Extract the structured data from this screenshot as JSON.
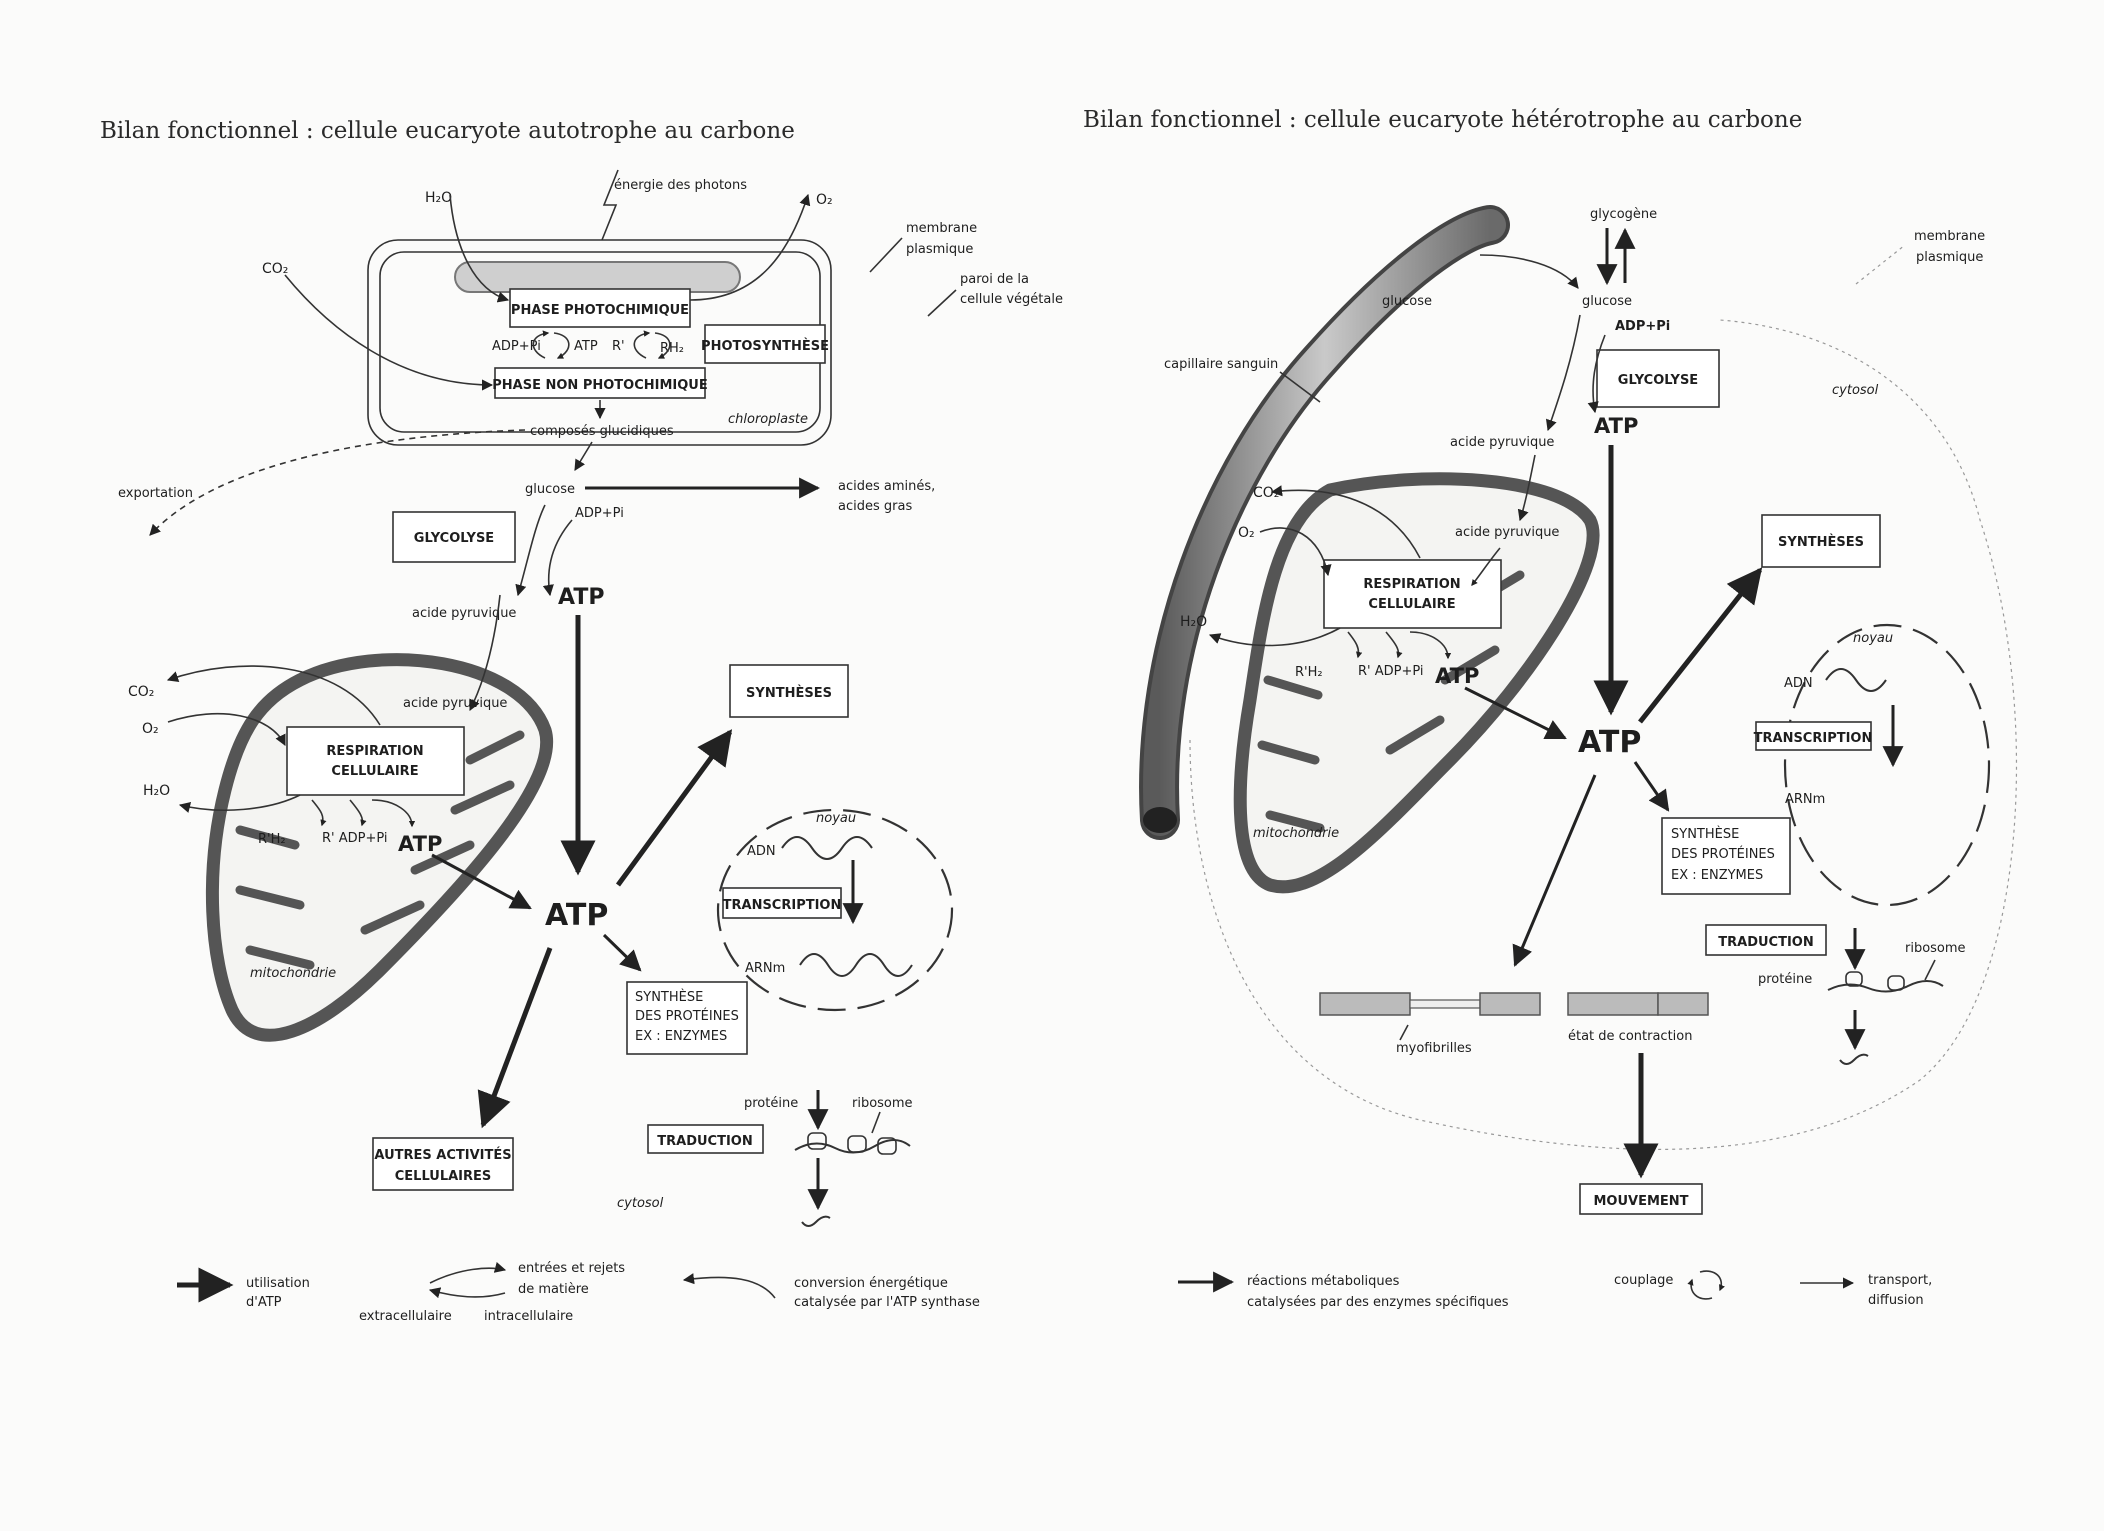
{
  "left": {
    "title": "Bilan fonctionnel : cellule eucaryote autotrophe au carbone",
    "h2o_in": "H₂O",
    "photons": "énergie des photons",
    "o2_out": "O₂",
    "co2_in": "CO₂",
    "membrane_label": [
      "membrane",
      "plasmique"
    ],
    "paroi_label": [
      "paroi de la",
      "cellule végétale"
    ],
    "phase_photo": "PHASE PHOTOCHIMIQUE",
    "adp_pi_1": "ADP+Pi",
    "atp_small_1": "ATP",
    "r_prime": "R'",
    "rh2": "RH₂",
    "photosynthese": "PHOTOSYNTHÈSE",
    "phase_non_photo": "PHASE NON PHOTOCHIMIQUE",
    "composes": "composés glucidiques",
    "chloroplaste": "chloroplaste",
    "exportation": "exportation",
    "glucose": "glucose",
    "acides": [
      "acides aminés,",
      "acides gras"
    ],
    "glycolyse": "GLYCOLYSE",
    "adp_pi_2": "ADP+Pi",
    "atp_glyco": "ATP",
    "acide_pyruvique_1": "acide pyruvique",
    "acide_pyruvique_2": "acide pyruvique",
    "co2_out": "CO₂",
    "o2_in": "O₂",
    "h2o_out": "H₂O",
    "respiration": [
      "RESPIRATION",
      "CELLULAIRE"
    ],
    "rh2_resp": "R'H₂",
    "r_adp_pi": "R' ADP+Pi",
    "atp_resp": "ATP",
    "atp_center": "ATP",
    "mitochondrie": "mitochondrie",
    "syntheses": "SYNTHÈSES",
    "noyau": "noyau",
    "adn": "ADN",
    "transcription": "TRANSCRIPTION",
    "arnm": "ARNm",
    "synthese_proteines": [
      "SYNTHÈSE",
      "DES PROTÉINES",
      "EX : ENZYMES"
    ],
    "proteine": "protéine",
    "ribosome": "ribosome",
    "traduction": "TRADUCTION",
    "autres": [
      "AUTRES ACTIVITÉS",
      "CELLULAIRES"
    ],
    "cytosol": "cytosol"
  },
  "right": {
    "title": "Bilan fonctionnel : cellule eucaryote hétérotrophe au carbone",
    "glycogene": "glycogène",
    "glucose_vessel": "glucose",
    "glucose_cell": "glucose",
    "adp_pi": "ADP+Pi",
    "membrane_label": [
      "membrane",
      "plasmique"
    ],
    "capillaire": "capillaire sanguin",
    "glycolyse": "GLYCOLYSE",
    "atp_glyco": "ATP",
    "cytosol": "cytosol",
    "acide_pyruvique_1": "acide pyruvique",
    "acide_pyruvique_2": "acide pyruvique",
    "co2": "CO₂",
    "o2": "O₂",
    "h2o": "H₂O",
    "respiration": [
      "RESPIRATION",
      "CELLULAIRE"
    ],
    "rh2_resp": "R'H₂",
    "r_adp_pi": "R' ADP+Pi",
    "atp_resp": "ATP",
    "atp_center": "ATP",
    "syntheses": "SYNTHÈSES",
    "noyau": "noyau",
    "adn": "ADN",
    "transcription": "TRANSCRIPTION",
    "arnm": "ARNm",
    "synthese_proteines": [
      "SYNTHÈSE",
      "DES PROTÉINES",
      "EX : ENZYMES"
    ],
    "mitochondrie": "mitochondrie",
    "traduction": "TRADUCTION",
    "ribosome": "ribosome",
    "proteine": "protéine",
    "myofibrilles": "myofibrilles",
    "contraction": "état de contraction",
    "mouvement": "MOUVEMENT"
  },
  "legend": {
    "utilisation": [
      "utilisation",
      "d'ATP"
    ],
    "entrees": [
      "entrées et rejets",
      "de matière"
    ],
    "extracellulaire": "extracellulaire",
    "intracellulaire": "intracellulaire",
    "conversion": [
      "conversion énergétique",
      "catalysée par l'ATP synthase"
    ],
    "reactions": [
      "réactions métaboliques",
      "catalysées par des enzymes spécifiques"
    ],
    "couplage": "couplage",
    "transport": [
      "transport,",
      "diffusion"
    ]
  }
}
